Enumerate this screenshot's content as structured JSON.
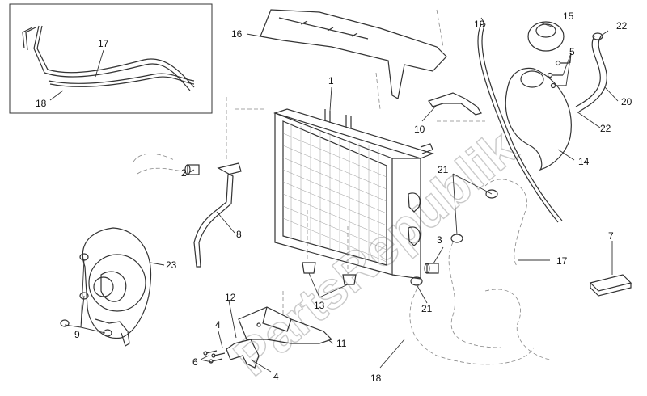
{
  "watermark": "PartsRepublik",
  "callouts": {
    "c1": "1",
    "c2": "2",
    "c3": "3",
    "c4a": "4",
    "c4b": "4",
    "c5": "5",
    "c6": "6",
    "c7": "7",
    "c8": "8",
    "c9": "9",
    "c10": "10",
    "c11": "11",
    "c12": "12",
    "c13": "13",
    "c14": "14",
    "c15": "15",
    "c16": "16",
    "c17a": "17",
    "c17b": "17",
    "c18a": "18",
    "c18b": "18",
    "c19": "19",
    "c20": "20",
    "c21a": "21",
    "c21b": "21",
    "c22a": "22",
    "c22b": "22",
    "c23": "23"
  }
}
